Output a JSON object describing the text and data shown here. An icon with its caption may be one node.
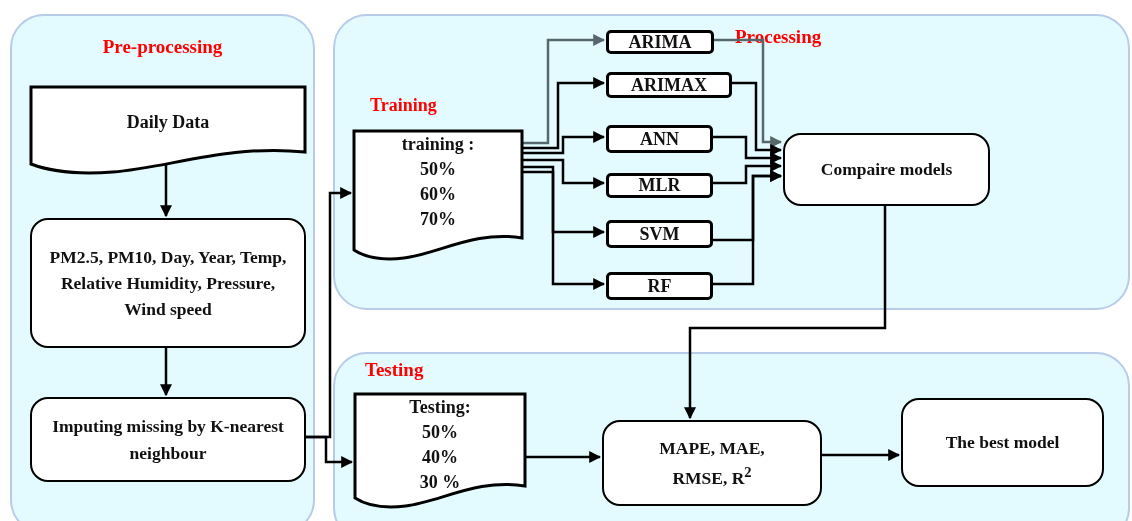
{
  "diagram": {
    "nodes": [
      {
        "text": [
          "Pre-processing"
        ]
      },
      {
        "text": [
          "Daily Data"
        ],
        "in": 0
      },
      {
        "text": [
          "PM2.5, PM10, Day, Year, Temp, Relative Humidity, Pressure, Wind speed"
        ],
        "in": 0
      },
      {
        "text": [
          "Imputing missing by K-nearest neighbour"
        ],
        "in": 0
      },
      {
        "text": [
          "Processing"
        ]
      },
      {
        "text": [
          "training :",
          "50%",
          "60%",
          "70%"
        ],
        "in": 4
      },
      {
        "text": [
          "ARIMA"
        ],
        "in": 4
      },
      {
        "text": [
          "ARIMAX"
        ],
        "in": 4
      },
      {
        "text": [
          "ANN"
        ],
        "in": 4
      },
      {
        "text": [
          "MLR"
        ],
        "in": 4
      },
      {
        "text": [
          "SVM"
        ],
        "in": 4
      },
      {
        "text": [
          "RF"
        ],
        "in": 4
      },
      {
        "text": [
          "Compaire models"
        ],
        "in": 4
      },
      {
        "text": [
          "Testing"
        ]
      },
      {
        "text": [
          "Testing:",
          "50%",
          "40%",
          "30 %"
        ],
        "in": 13
      },
      {
        "text": [
          "MAPE, MAE, RMSE, R$^{2}$"
        ],
        "in": 13
      },
      {
        "text": [
          "The best model"
        ],
        "in": 13
      }
    ],
    "edges": [
      {
        "from": 1,
        "to": 2,
        "arrow": "to"
      },
      {
        "from": 2,
        "to": 3,
        "arrow": "to"
      },
      {
        "from": 3,
        "to": 5,
        "arrow": "to"
      },
      {
        "from": 3,
        "to": 14,
        "arrow": "to"
      },
      {
        "from": 5,
        "to": 6,
        "arrow": "to",
        "color": "#56686b"
      },
      {
        "from": 5,
        "to": 7,
        "arrow": "to"
      },
      {
        "from": 5,
        "to": 8,
        "arrow": "to"
      },
      {
        "from": 5,
        "to": 9,
        "arrow": "to"
      },
      {
        "from": 5,
        "to": 10,
        "arrow": "to"
      },
      {
        "from": 5,
        "to": 11,
        "arrow": "to"
      },
      {
        "from": 6,
        "to": 12,
        "arrow": "to",
        "color": "#56686b"
      },
      {
        "from": 7,
        "to": 12,
        "arrow": "to"
      },
      {
        "from": 8,
        "to": 12,
        "arrow": "to"
      },
      {
        "from": 9,
        "to": 12,
        "arrow": "to"
      },
      {
        "from": 10,
        "to": 12,
        "arrow": "to"
      },
      {
        "from": 11,
        "to": 12,
        "arrow": "to"
      },
      {
        "from": 12,
        "to": 15,
        "arrow": "to"
      },
      {
        "from": 14,
        "to": 15,
        "arrow": "to"
      },
      {
        "from": 15,
        "to": 16,
        "arrow": "to"
      }
    ],
    "labels": [
      "Training"
    ]
  }
}
